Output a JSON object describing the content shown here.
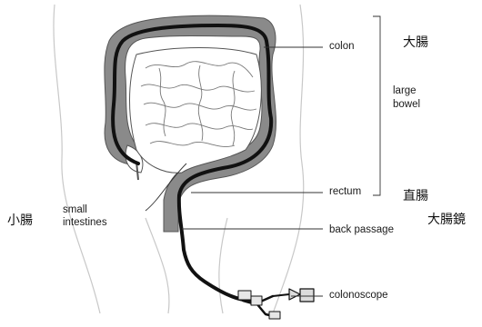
{
  "labels": {
    "colon": "colon",
    "large_bowel_line1": "large",
    "large_bowel_line2": "bowel",
    "rectum": "rectum",
    "small_line1": "small",
    "small_line2": "intestines",
    "back_passage": "back passage",
    "colonoscope": "colonoscope"
  },
  "chinese": {
    "large_intestine": "大腸",
    "rectum": "直腸",
    "small_intestine": "小腸",
    "colonoscope": "大腸鏡"
  },
  "colors": {
    "colon_wall": "#8a8a8a",
    "scope": "#111111",
    "outline": "#555555",
    "body_line": "#c8c8c8"
  }
}
